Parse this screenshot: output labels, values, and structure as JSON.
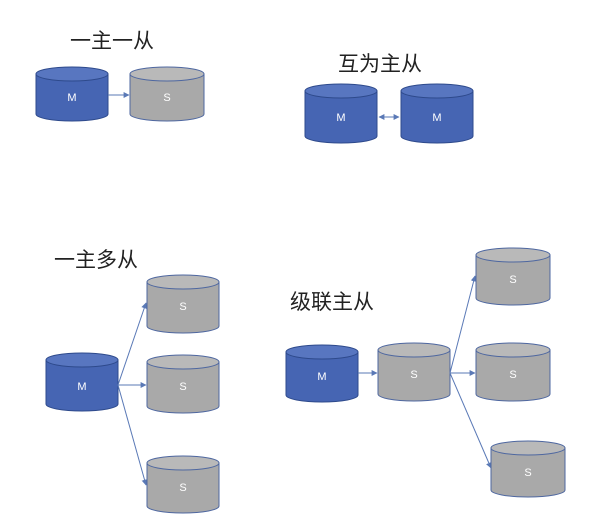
{
  "sections": {
    "one_master_one_slave": {
      "title": "一主一从",
      "nodes": {
        "master": "M",
        "slave": "S"
      }
    },
    "mutual_master": {
      "title": "互为主从",
      "nodes": {
        "master_a": "M",
        "master_b": "M"
      }
    },
    "one_master_multi_slave": {
      "title": "一主多从",
      "nodes": {
        "master": "M",
        "slave_1": "S",
        "slave_2": "S",
        "slave_3": "S"
      }
    },
    "cascade": {
      "title": "级联主从",
      "nodes": {
        "master": "M",
        "relay": "S",
        "slave_1": "S",
        "slave_2": "S",
        "slave_3": "S"
      }
    }
  },
  "colors": {
    "master_fill": "#4665b3",
    "slave_fill": "#a9a9a9",
    "edge": "#5a79b6"
  }
}
